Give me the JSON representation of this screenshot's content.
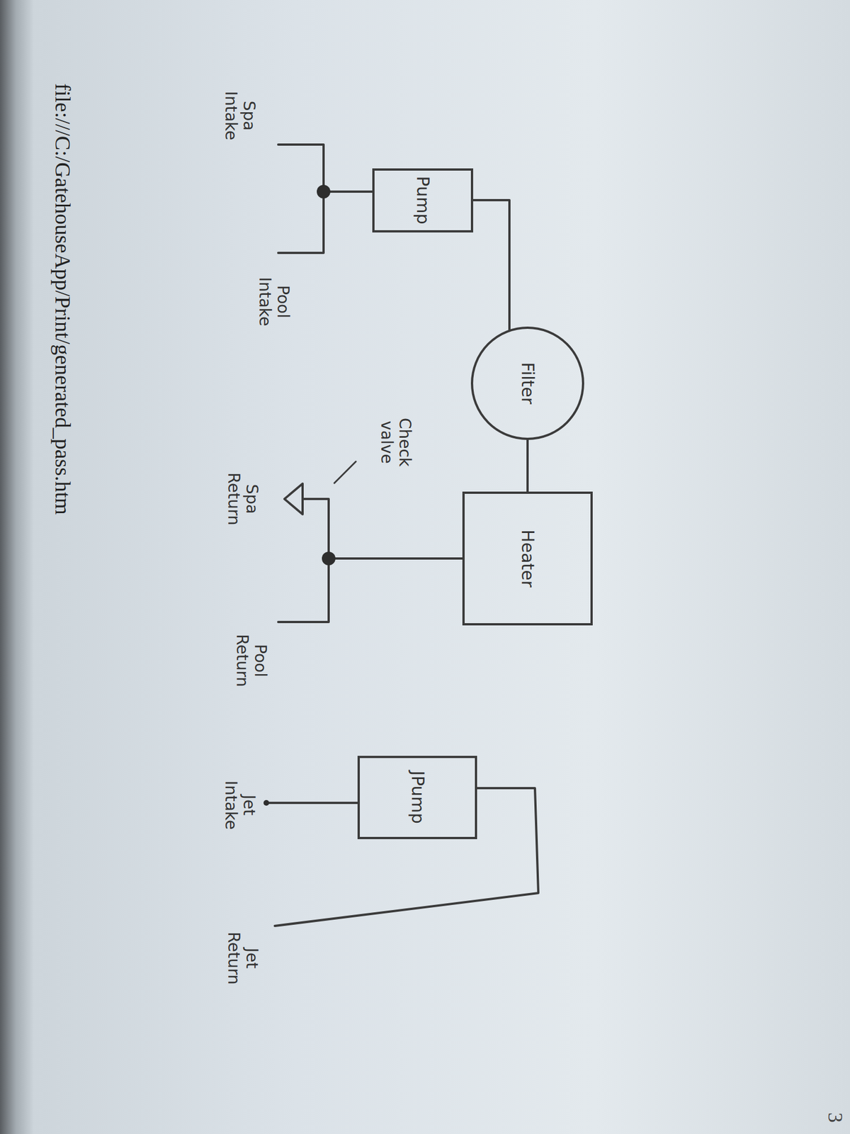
{
  "diagram": {
    "nodes": [
      {
        "text": [
          "Pump"
        ]
      },
      {
        "text": [
          "Filter"
        ]
      },
      {
        "text": [
          "Heater"
        ]
      },
      {
        "text": [
          "JPump"
        ]
      }
    ],
    "edges": [
      {
        "from": 0,
        "to": 1,
        "arrow": "none"
      },
      {
        "from": 1,
        "to": 2,
        "arrow": "none"
      }
    ],
    "labels": [
      "Spa Intake",
      "Pool Intake",
      "Check valve",
      "Spa Return",
      "Pool Return",
      "Jet Intake",
      "Jet Return",
      "file:///C:/GatehouseApp/Print/generated_pass.htm",
      "3"
    ]
  }
}
